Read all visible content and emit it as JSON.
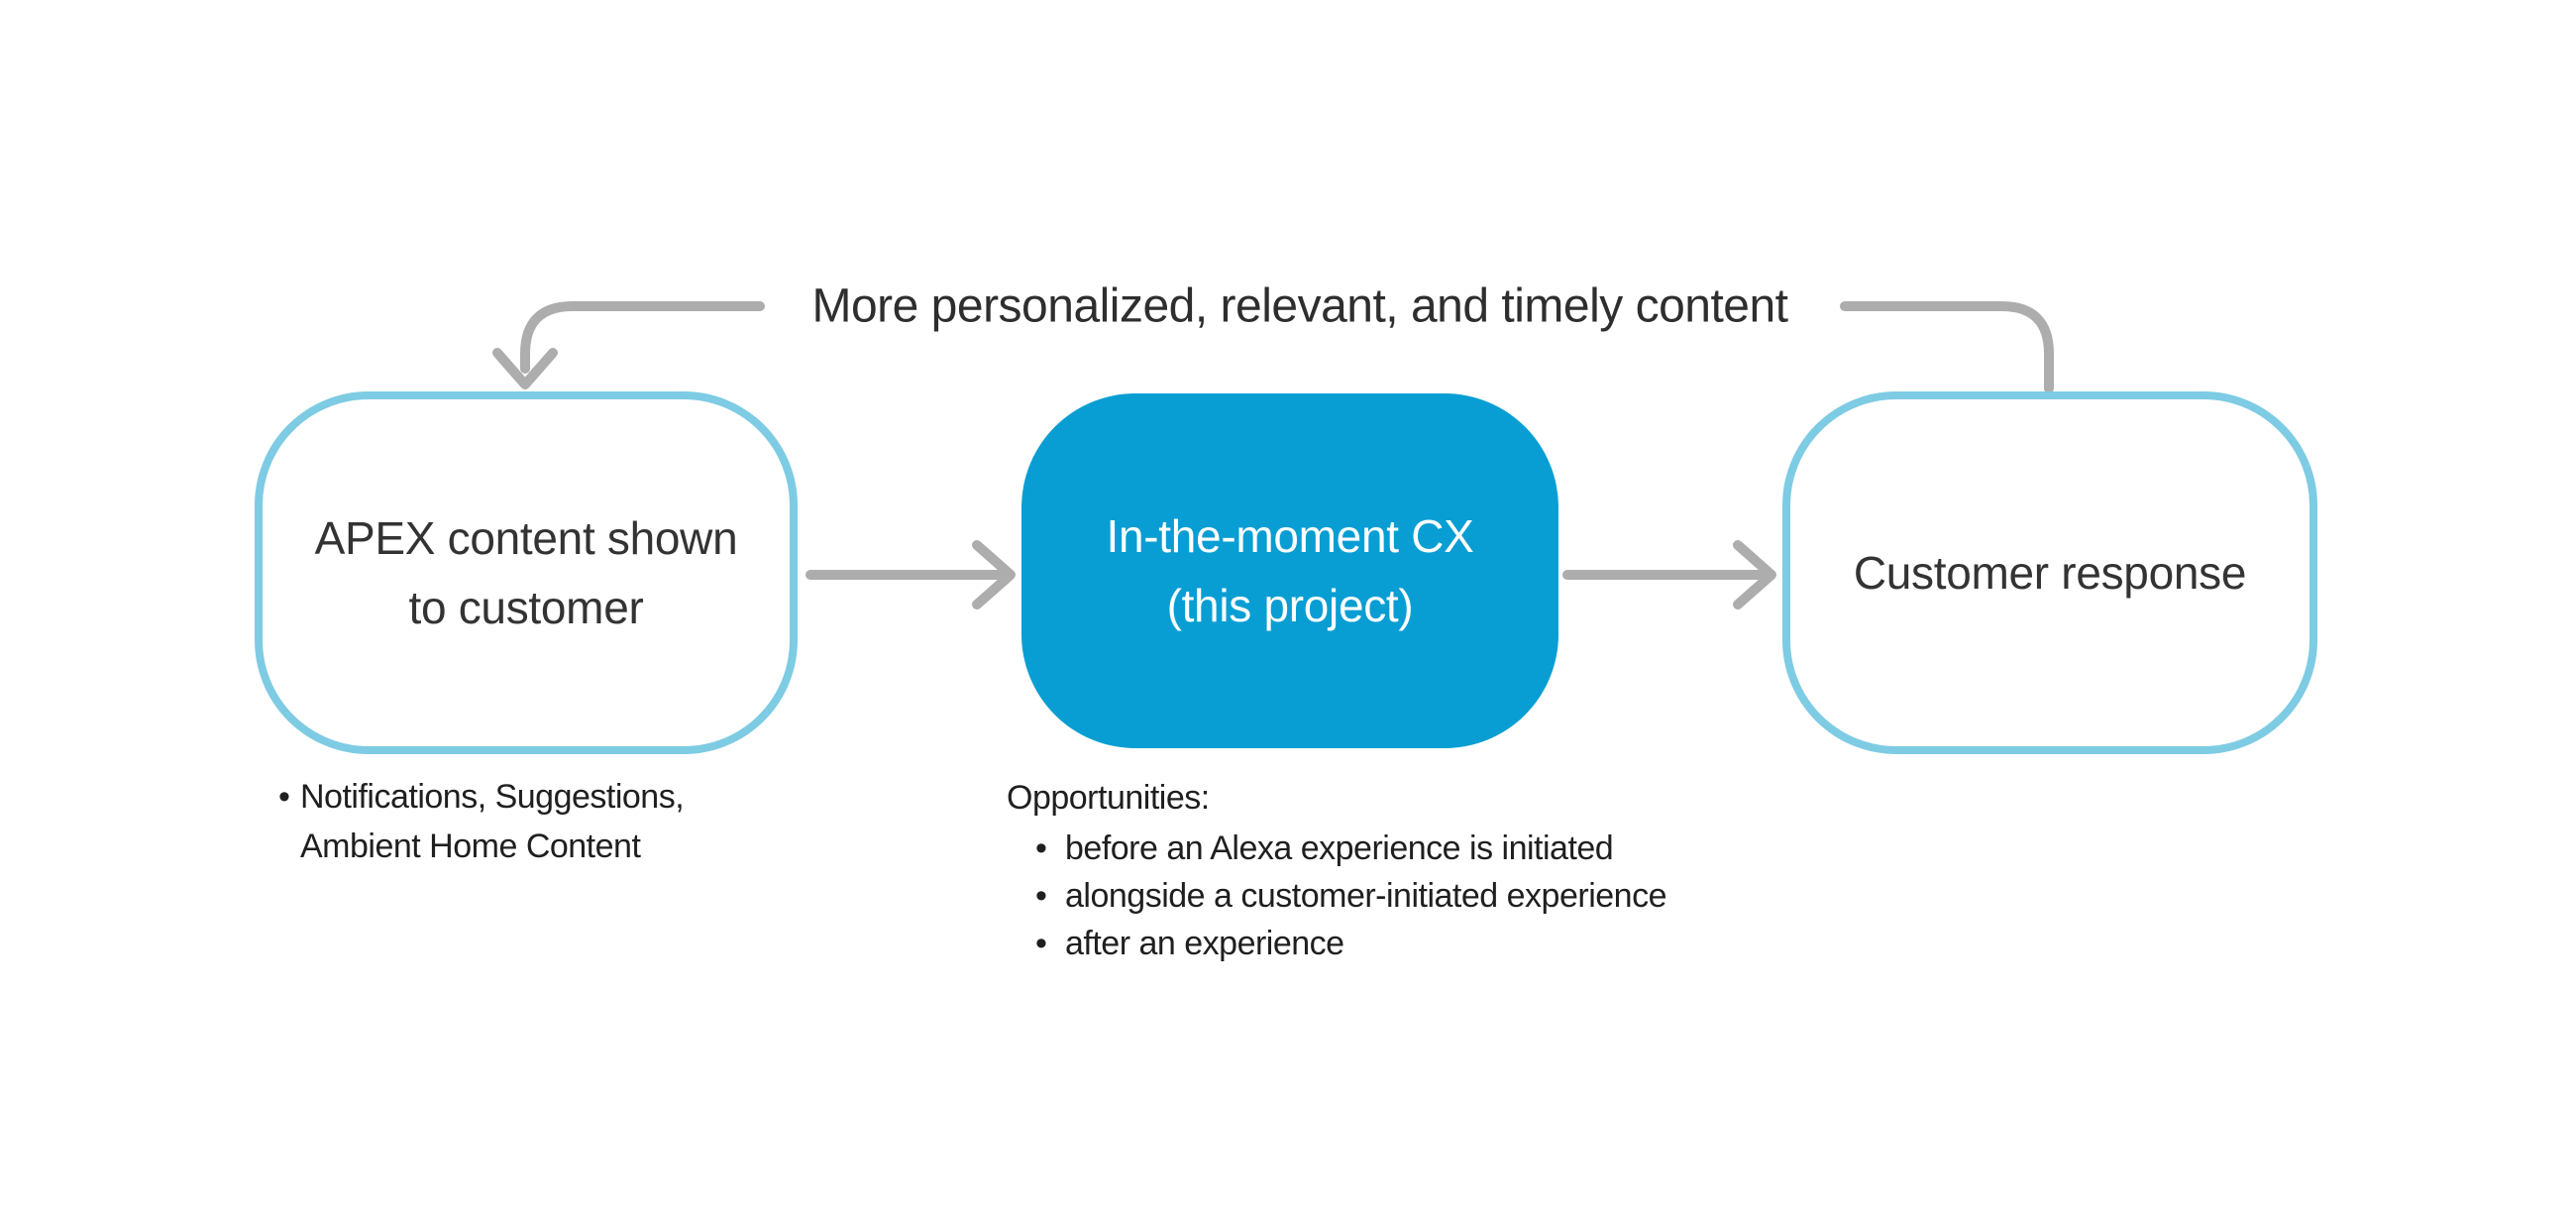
{
  "feedback_loop": {
    "label": "More personalized, relevant, and timely content"
  },
  "nodes": {
    "apex": {
      "line1": "APEX content shown",
      "line2": "to customer"
    },
    "moment_cx": {
      "line1": "In-the-moment CX",
      "line2": "(this project)"
    },
    "response": {
      "label": "Customer response"
    }
  },
  "apex_notes": {
    "items": [
      {
        "line1": "Notifications, Suggestions,",
        "line2": "Ambient Home Content"
      }
    ]
  },
  "opportunities": {
    "heading": "Opportunities:",
    "items": [
      "before an Alexa experience is initiated",
      "alongside a customer-initiated experience",
      "after an experience"
    ]
  },
  "colors": {
    "accent_node_fill": "#089ed3",
    "node_border": "#7ecbe4",
    "connector_gray": "#adadad",
    "text_dark": "#2e2e2e"
  }
}
